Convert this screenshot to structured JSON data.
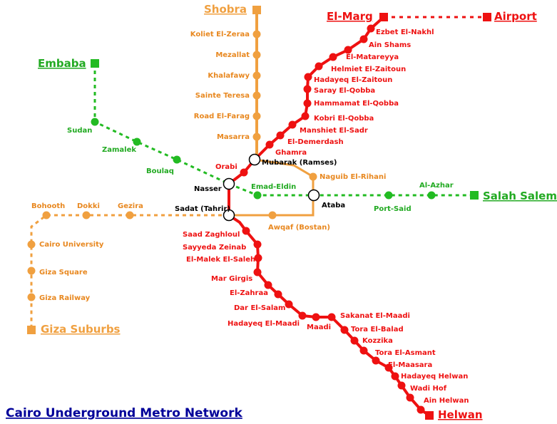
{
  "title": "Cairo Underground Metro Network",
  "colors": {
    "line1": "#ee1111",
    "line2": "#f0a040",
    "line3": "#22bb22",
    "line2_text": "#e88820",
    "line3_text": "#22aa22",
    "title": "#000099"
  },
  "termini": {
    "shobra": "Shobra",
    "el_marg": "El-Marg",
    "airport": "Airport",
    "embaba": "Embaba",
    "salah_salem": "Salah Salem",
    "giza_suburbs": "Giza Suburbs",
    "helwan": "Helwan"
  },
  "stations": {
    "line1": {
      "ezbet_el_nakhl": "Ezbet El-Nakhl",
      "ain_shams": "Ain Shams",
      "el_matareyya": "El-Matareyya",
      "helmiet_el_zaitoun": "Helmiet El-Zaitoun",
      "hadayeq_el_zaitoun": "Hadayeq El-Zaitoun",
      "saray_el_qobba": "Saray El-Qobba",
      "hammamat_el_qobba": "Hammamat El-Qobba",
      "kobri_el_qobba": "Kobri El-Qobba",
      "manshiet_el_sadr": "Manshiet El-Sadr",
      "el_demerdash": "El-Demerdash",
      "ghamra": "Ghamra",
      "orabi": "Orabi",
      "saad_zaghloul": "Saad Zaghloul",
      "sayyeda_zeinab": "Sayyeda Zeinab",
      "el_malek_el_saleh": "El-Malek El-Saleh",
      "mar_girgis": "Mar Girgis",
      "el_zahraa": "El-Zahraa",
      "dar_el_salam": "Dar El-Salam",
      "hadayeq_el_maadi": "Hadayeq El-Maadi",
      "maadi": "Maadi",
      "sakanat_el_maadi": "Sakanat El-Maadi",
      "tora_el_balad": "Tora El-Balad",
      "kozzika": "Kozzika",
      "tora_el_asmant": "Tora El-Asmant",
      "el_maasara": "El-Maasara",
      "hadayeq_helwan": "Hadayeq Helwan",
      "wadi_hof": "Wadi Hof",
      "ain_helwan": "Ain Helwan"
    },
    "line2": {
      "koliet_el_zeraa": "Koliet El-Zeraa",
      "mezallat": "Mezallat",
      "khalafawy": "Khalafawy",
      "sainte_teresa": "Sainte Teresa",
      "road_el_farag": "Road El-Farag",
      "masarra": "Masarra",
      "naguib_el_rihani": "Naguib El-Rihani",
      "awqaf_bostan": "Awqaf (Bostan)",
      "bohooth": "Bohooth",
      "dokki": "Dokki",
      "gezira": "Gezira",
      "cairo_university": "Cairo University",
      "giza_square": "Giza Square",
      "giza_railway": "Giza Railway"
    },
    "line3": {
      "sudan": "Sudan",
      "zamalek": "Zamalek",
      "boulaq": "Boulaq",
      "emad_eldin": "Emad-Eldin",
      "port_said": "Port-Said",
      "al_azhar": "Al-Azhar"
    },
    "interchange": {
      "mubarak_ramses": "Mubarak (Ramses)",
      "nasser": "Nasser",
      "sadat_tahrir": "Sadat (Tahrir)",
      "ataba": "Ataba"
    }
  }
}
